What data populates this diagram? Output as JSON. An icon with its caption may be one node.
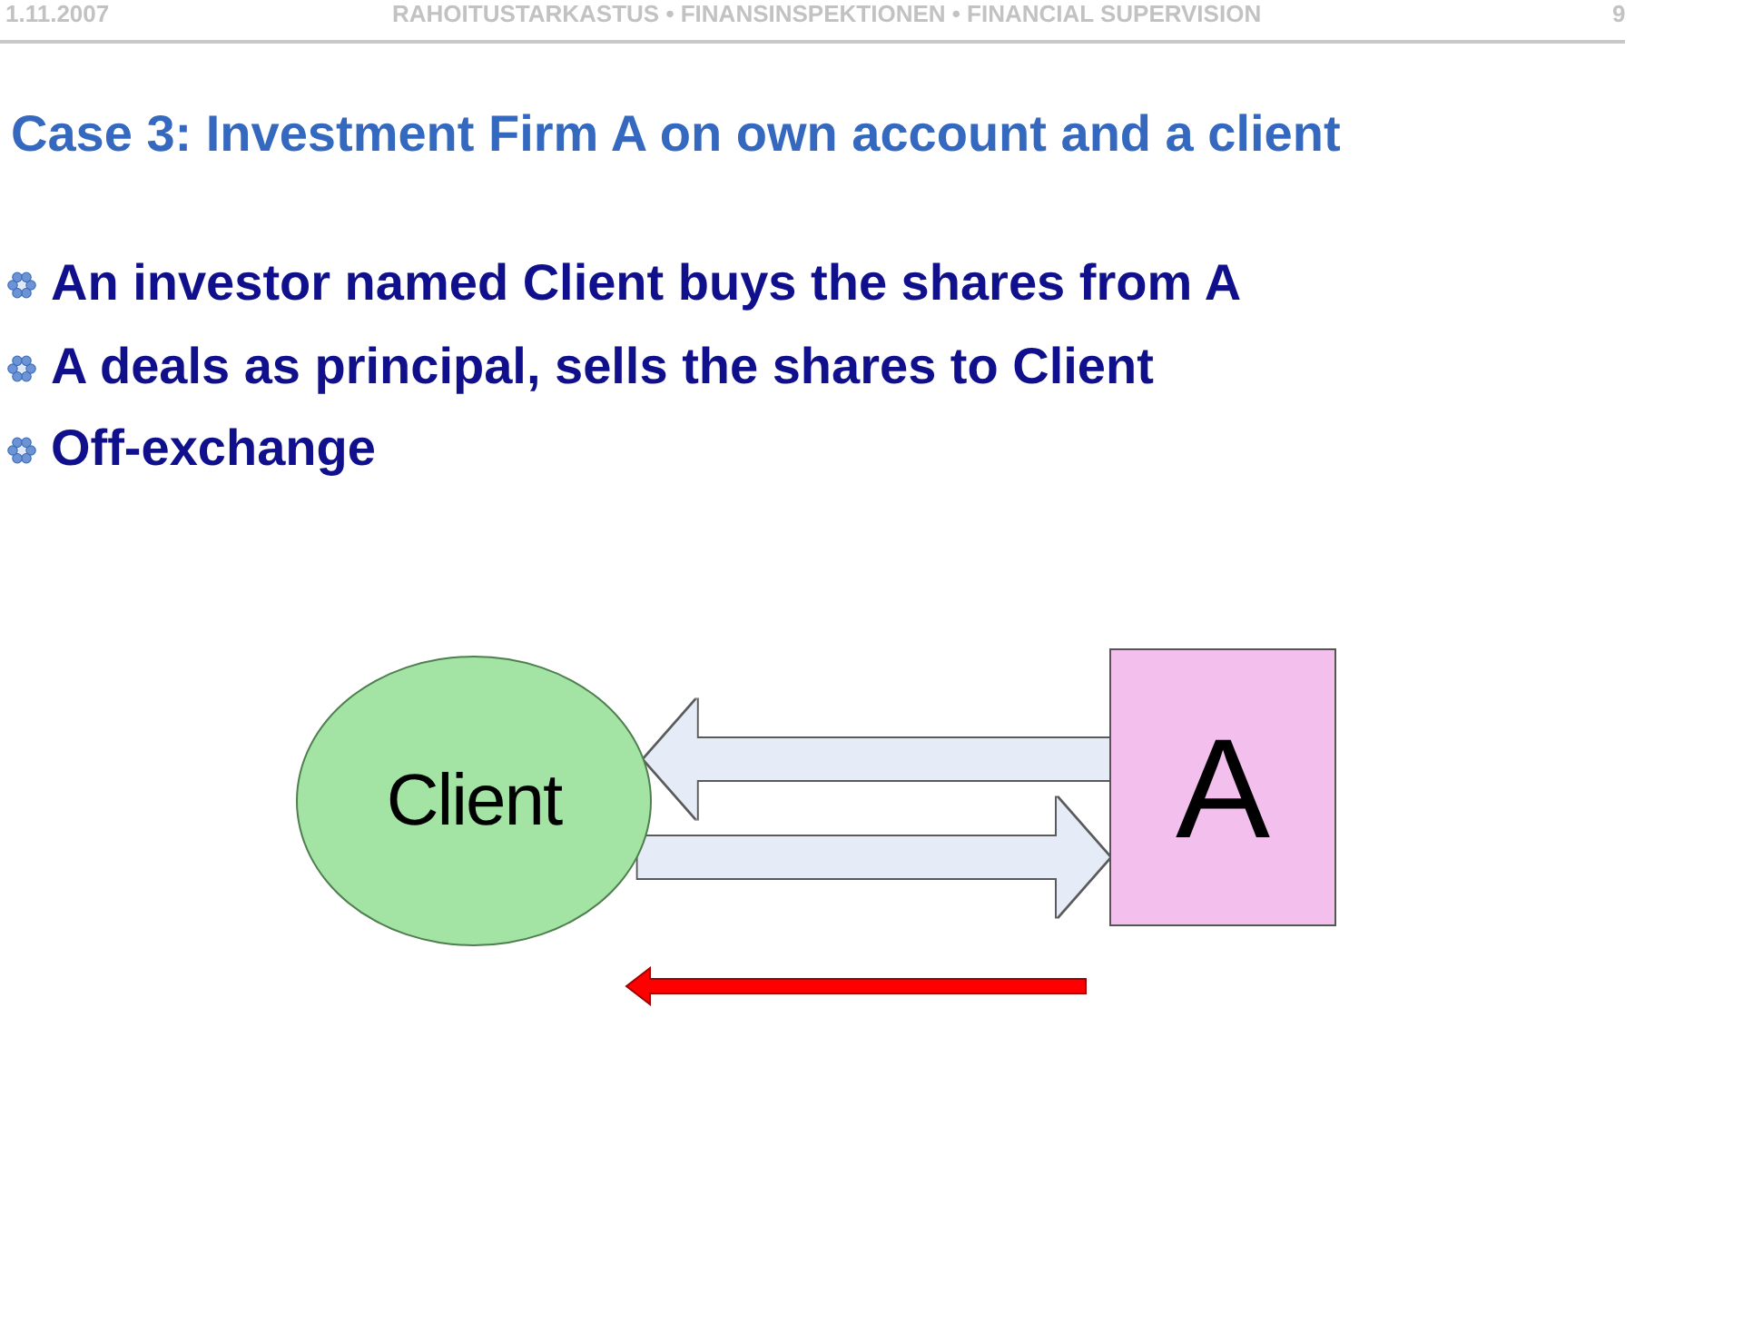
{
  "diagram": {
    "title": "Case 3: Investment Firm A on own account and a client",
    "nodes": [
      {
        "text": [
          "Client"
        ]
      },
      {
        "text": [
          "A"
        ]
      }
    ],
    "edges": [
      {
        "from": 1,
        "to": 0,
        "arrow": "to"
      },
      {
        "from": 0,
        "to": 1,
        "arrow": "to"
      }
    ],
    "labels": [
      "1.11.2007",
      "RAHOITUSTARKASTUS • FINANSINSPEKTIONEN • FINANCIAL SUPERVISION",
      "9",
      "An investor named Client buys the shares from A",
      "A deals as principal, sells the shares to Client",
      "Off-exchange"
    ]
  }
}
